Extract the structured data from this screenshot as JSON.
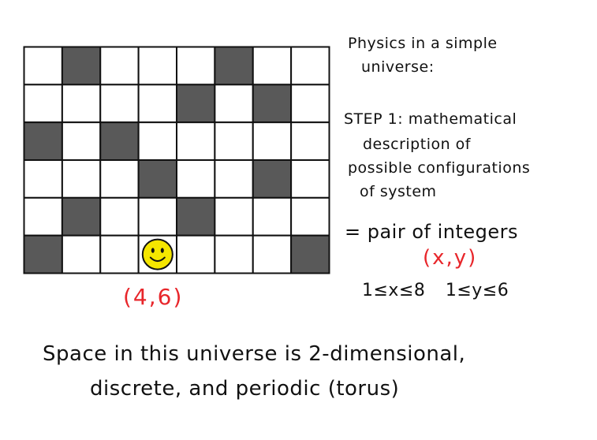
{
  "grid": {
    "columns": 8,
    "rows": 6,
    "dark_color": "#595959",
    "light_color": "#ffffff",
    "line_color": "#111111",
    "dark_cells": [
      [
        2,
        1
      ],
      [
        6,
        1
      ],
      [
        5,
        2
      ],
      [
        7,
        2
      ],
      [
        1,
        3
      ],
      [
        3,
        3
      ],
      [
        4,
        4
      ],
      [
        7,
        4
      ],
      [
        2,
        5
      ],
      [
        5,
        5
      ],
      [
        1,
        6
      ],
      [
        8,
        6
      ]
    ],
    "smiley": {
      "x": 4,
      "y": 6,
      "color": "#f5e600",
      "icon": "smiley-face-icon"
    }
  },
  "position_label": "(4,6)",
  "notes": {
    "title_line1": "Physics in a simple",
    "title_line2": "universe:",
    "step_line1": "STEP 1: mathematical",
    "step_line2": "description of",
    "step_line3": "possible configurations",
    "step_line4": "of system",
    "pair_text": "= pair of integers",
    "pair_symbol": "(x,y)",
    "range_text": "1≤x≤8 1≤y≤6"
  },
  "caption": {
    "line1": "Space in this universe is 2-dimensional,",
    "line2": "discrete, and periodic (torus)"
  },
  "colors": {
    "red": "#e8262b"
  }
}
